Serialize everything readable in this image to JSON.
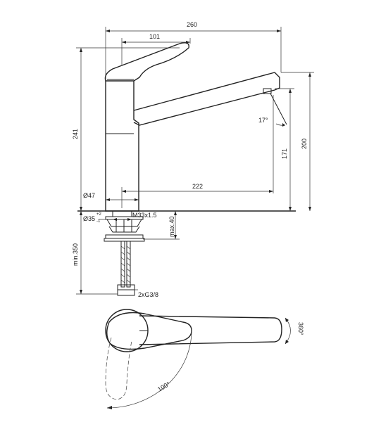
{
  "drawing": {
    "dimensions": {
      "overall_width": "260",
      "lever_length": "101",
      "total_height": "241",
      "spout_reach": "222",
      "spout_outlet_height": "171",
      "spout_top_height": "200",
      "base_diameter": "Ø47",
      "hole_diameter": "Ø35",
      "hole_tolerance_upper": "+2",
      "hole_tolerance_lower": "-1",
      "thread": "M33x1.5",
      "max_thickness": "max.40",
      "hose_length": "min.350",
      "hose_connection": "2xG3/8",
      "outlet_angle": "17°",
      "lever_rotation": "100°",
      "spout_swivel": "360°"
    }
  }
}
